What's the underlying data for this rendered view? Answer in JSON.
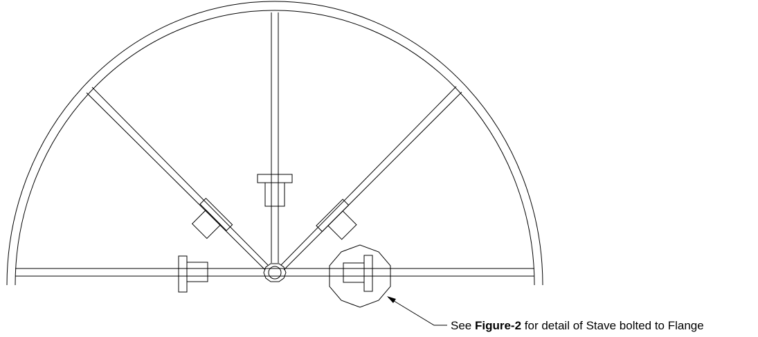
{
  "callout": {
    "prefix": "See ",
    "figure_ref": "Figure-2",
    "suffix": " for detail of Stave bolted to Flange"
  }
}
